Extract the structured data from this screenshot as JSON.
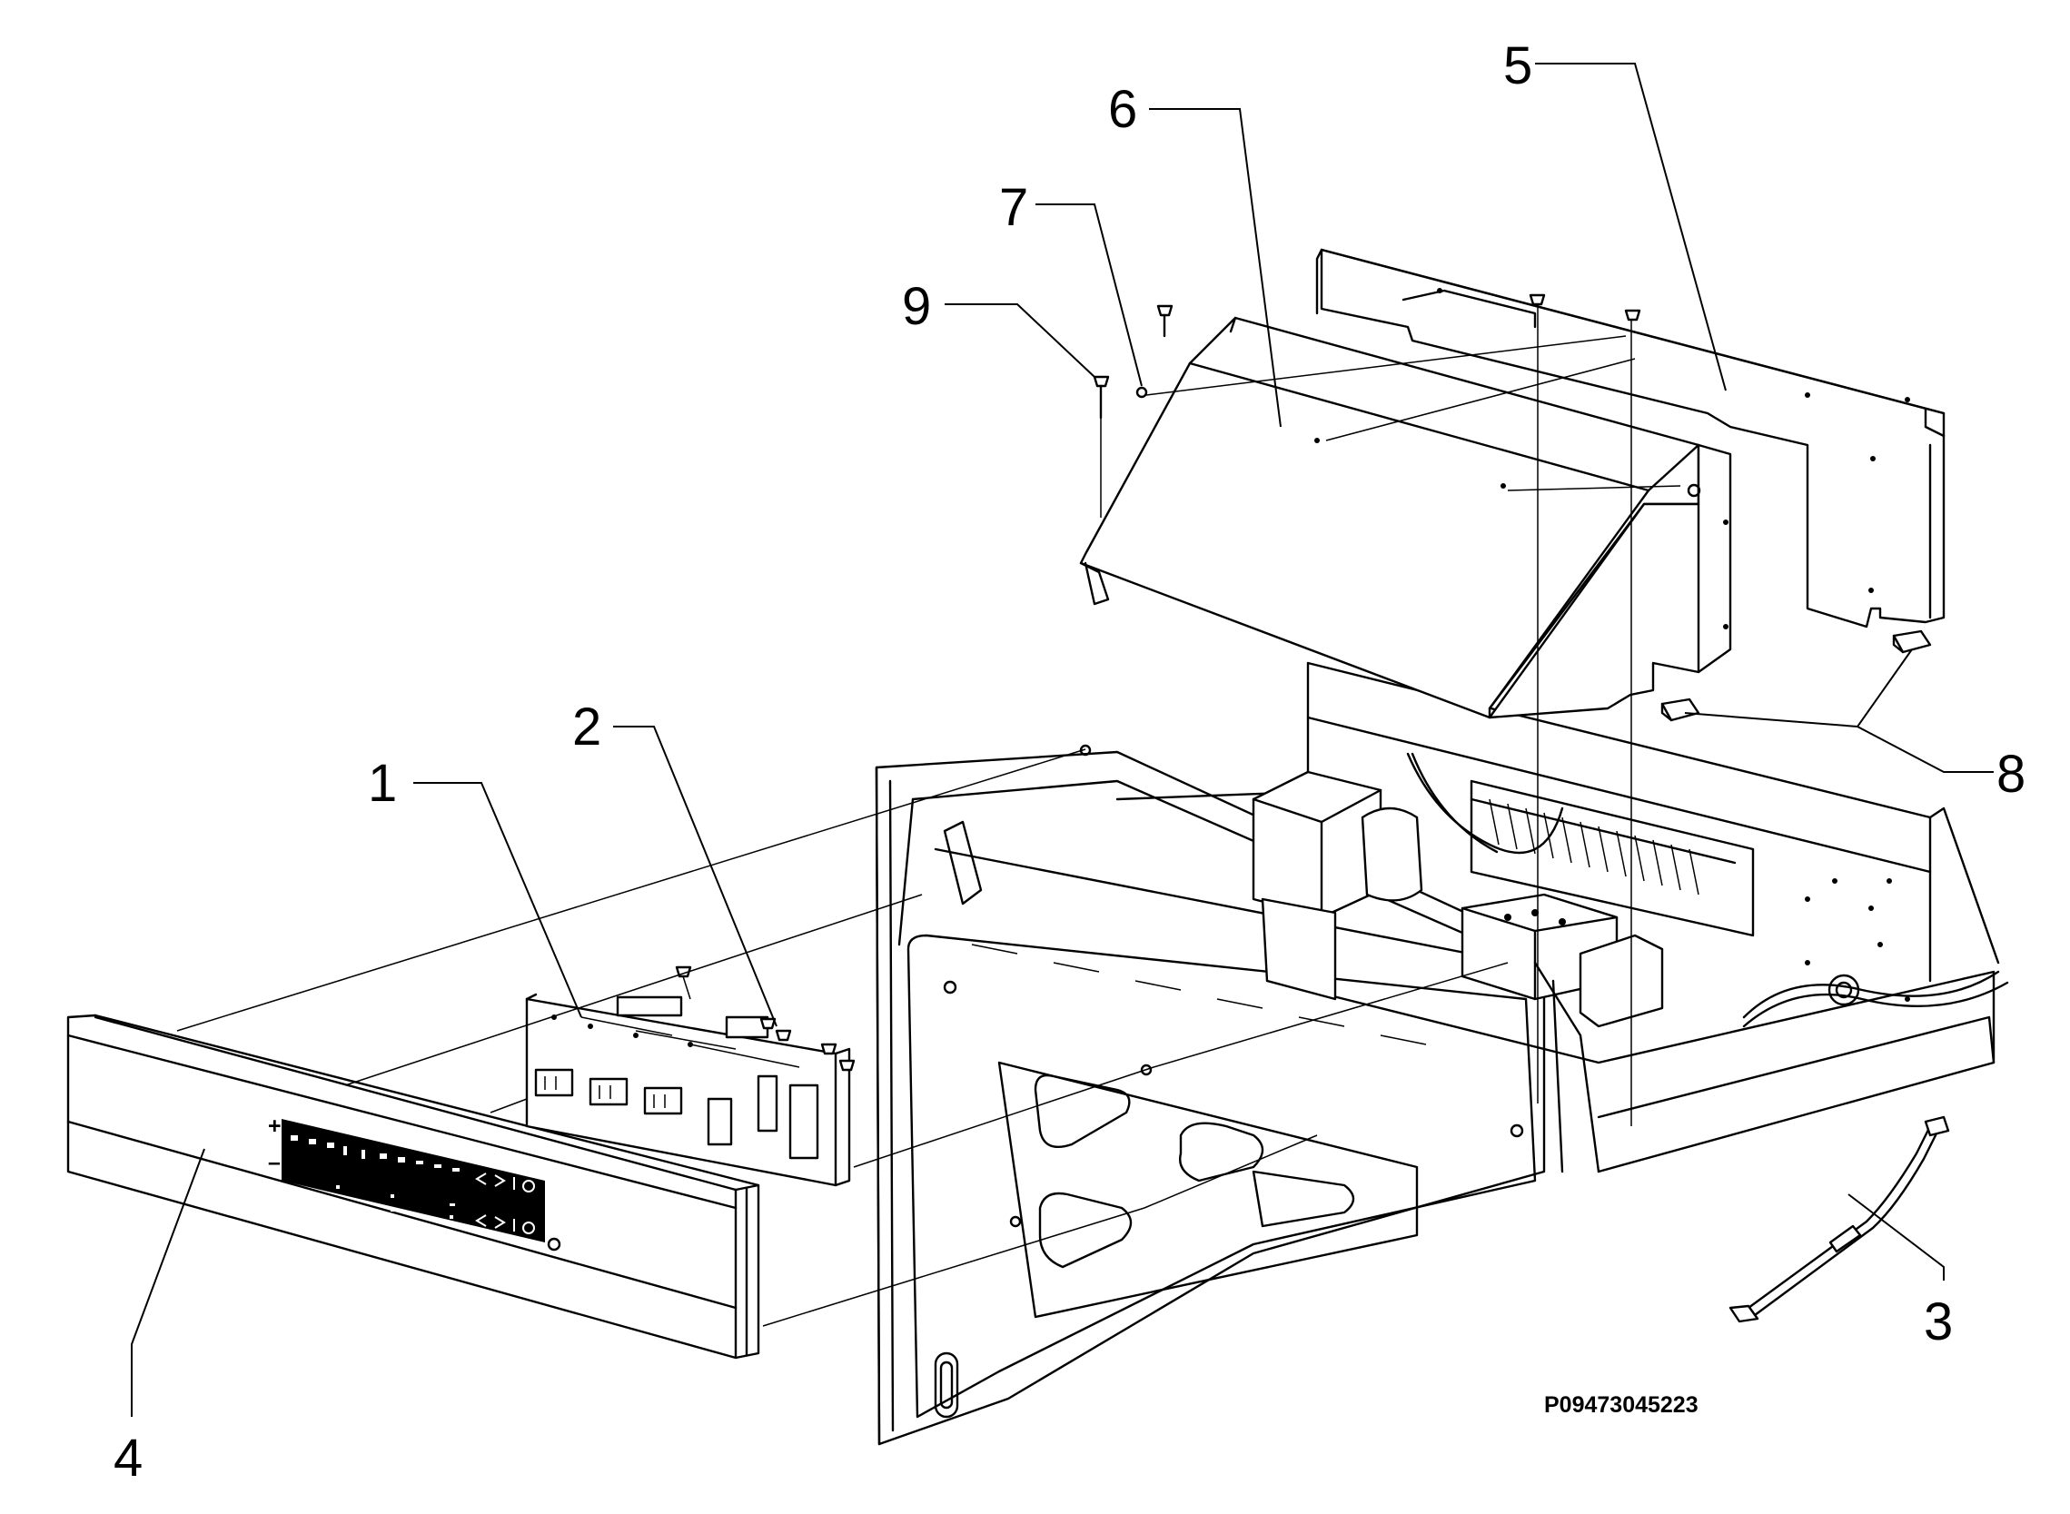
{
  "diagram": {
    "part_code": "P09473045223",
    "callouts": [
      {
        "id": "1",
        "label": "1"
      },
      {
        "id": "2",
        "label": "2"
      },
      {
        "id": "3",
        "label": "3"
      },
      {
        "id": "4",
        "label": "4"
      },
      {
        "id": "5",
        "label": "5"
      },
      {
        "id": "6",
        "label": "6"
      },
      {
        "id": "7",
        "label": "7"
      },
      {
        "id": "8",
        "label": "8"
      },
      {
        "id": "9",
        "label": "9"
      }
    ],
    "panel_symbols": {
      "plus": "+",
      "minus": "–"
    }
  }
}
